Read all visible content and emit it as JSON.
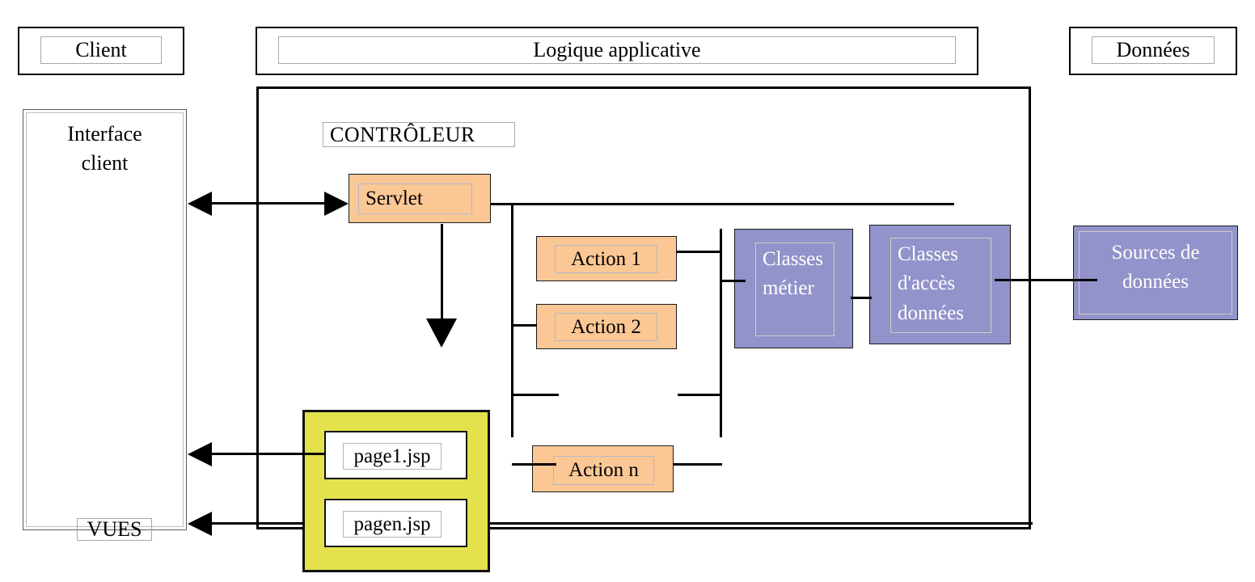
{
  "headers": {
    "client": "Client",
    "application_logic": "Logique applicative",
    "data": "Données"
  },
  "client_column": {
    "interface": "Interface client",
    "views_label": "VUES"
  },
  "controller": {
    "label": "CONTRÔLEUR"
  },
  "nodes": {
    "servlet": "Servlet",
    "action1": "Action 1",
    "action2": "Action 2",
    "action_n": "Action n",
    "business_classes": "Classes métier",
    "data_access_classes": "Classes d'accès données",
    "data_sources": "Sources de données",
    "page1": "page1.jsp",
    "pagen": "pagen.jsp"
  },
  "colors": {
    "orange": "#FBC795",
    "purple": "#9293CA",
    "green": "#E3E24C",
    "line": "#000000"
  }
}
